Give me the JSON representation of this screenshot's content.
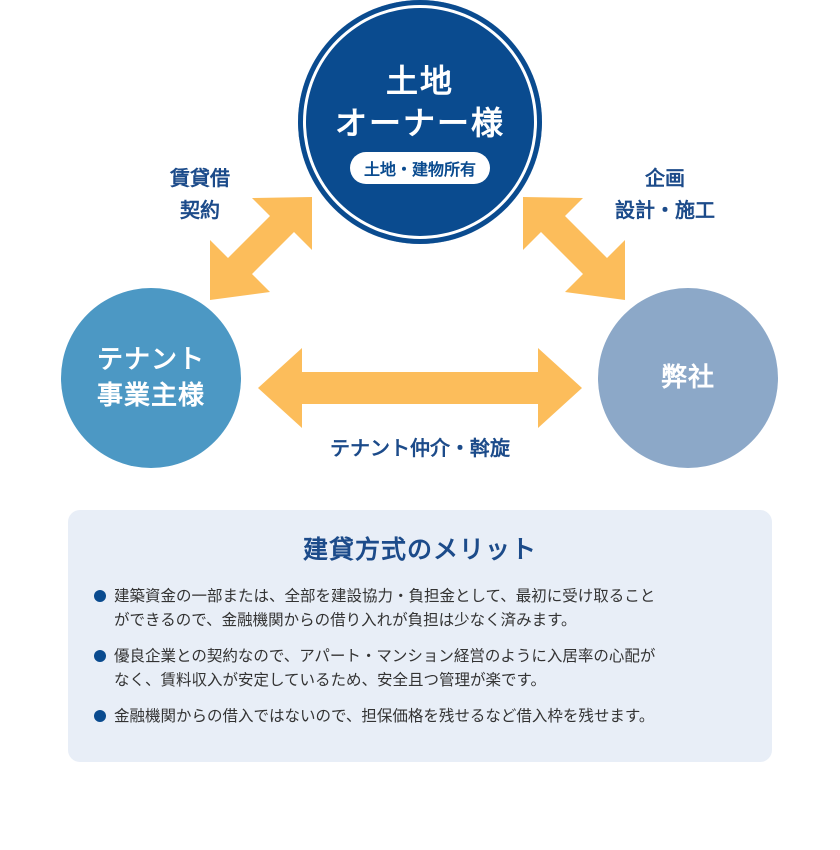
{
  "nodes": {
    "owner": {
      "title_line1": "土地",
      "title_line2": "オーナー様",
      "tag": "土地・建物所有"
    },
    "tenant": {
      "line1": "テナント",
      "line2": "事業主様"
    },
    "company": {
      "label": "弊社"
    }
  },
  "relations": {
    "owner_tenant": {
      "line1": "賃貸借",
      "line2": "契約"
    },
    "owner_company": {
      "line1": "企画",
      "line2": "設計・施工"
    },
    "tenant_company": {
      "label": "テナント仲介・斡旋"
    }
  },
  "merits": {
    "title": "建貸方式のメリット",
    "items": [
      {
        "line1": "建築資金の一部または、全部を建設協力・負担金として、最初に受け取ること",
        "line2": "ができるので、金融機関からの借り入れが負担は少なく済みます。"
      },
      {
        "line1": "優良企業との契約なので、アパート・マンション経営のように入居率の心配が",
        "line2": "なく、賃料収入が安定しているため、安全且つ管理が楽です。"
      },
      {
        "line1": "金融機関からの借入ではないので、担保価格を残せるなど借入枠を残せます。",
        "line2": ""
      }
    ]
  },
  "colors": {
    "owner": "#0a4b8f",
    "tenant": "#4c98c4",
    "company": "#8ca8c8",
    "arrow": "#fcbd5b",
    "text_accent": "#1c4b8a",
    "panel": "#e8eef7"
  }
}
